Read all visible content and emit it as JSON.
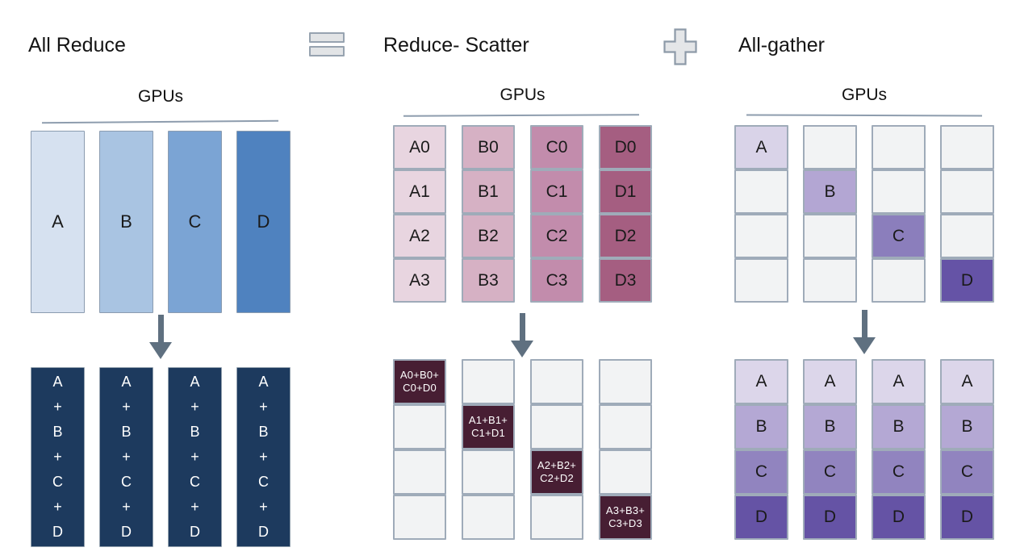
{
  "header": {
    "left_title": "All Reduce",
    "middle_title": "Reduce- Scatter",
    "right_title": "All-gather",
    "equals_icon": "equals",
    "plus_icon": "plus"
  },
  "colors": {
    "arrow": "#5f7080",
    "underline": "#8e9dae",
    "navy": "#1d3a5e",
    "empty_cell": "#f2f3f4",
    "maroon_result": "#471e33",
    "operator_fill": "#e4e6e8",
    "operator_border": "#8d9aa8"
  },
  "all_reduce": {
    "gpus_label": "GPUs",
    "input_columns": [
      {
        "label": "A",
        "color": "#d6e1f0"
      },
      {
        "label": "B",
        "color": "#a9c4e2"
      },
      {
        "label": "C",
        "color": "#7ba4d4"
      },
      {
        "label": "D",
        "color": "#4f82bf"
      }
    ],
    "output_column_count": 4,
    "output_label": "A\n+\nB\n+\nC\n+\nD",
    "output_color": "#1d3a5e"
  },
  "reduce_scatter": {
    "gpus_label": "GPUs",
    "top_grid": {
      "columns": [
        {
          "color": "#e8d5e0",
          "cells": [
            "A0",
            "A1",
            "A2",
            "A3"
          ]
        },
        {
          "color": "#d6b1c4",
          "cells": [
            "B0",
            "B1",
            "B2",
            "B3"
          ]
        },
        {
          "color": "#c28cac",
          "cells": [
            "C0",
            "C1",
            "C2",
            "C3"
          ]
        },
        {
          "color": "#a55e81",
          "cells": [
            "D0",
            "D1",
            "D2",
            "D3"
          ]
        }
      ]
    },
    "bottom_grid": {
      "rows": 4,
      "empty_color": "#f2f3f4",
      "result_color": "#471e33",
      "columns": [
        {
          "result_row": 0,
          "result_label": "A0+B0+\nC0+D0"
        },
        {
          "result_row": 1,
          "result_label": "A1+B1+\nC1+D1"
        },
        {
          "result_row": 2,
          "result_label": "A2+B2+\nC2+D2"
        },
        {
          "result_row": 3,
          "result_label": "A3+B3+\nC3+D3"
        }
      ]
    }
  },
  "all_gather": {
    "gpus_label": "GPUs",
    "top_grid": {
      "rows": 4,
      "empty_color": "#f2f3f4",
      "columns": [
        {
          "filled_row": 0,
          "label": "A",
          "color": "#d9d3e8"
        },
        {
          "filled_row": 1,
          "label": "B",
          "color": "#b3a6d3"
        },
        {
          "filled_row": 2,
          "label": "C",
          "color": "#8b7ebc"
        },
        {
          "filled_row": 3,
          "label": "D",
          "color": "#6553a6"
        }
      ]
    },
    "bottom_grid": {
      "column_count": 4,
      "rows": [
        {
          "label": "A",
          "color": "#dcd6ea"
        },
        {
          "label": "B",
          "color": "#b4a8d4"
        },
        {
          "label": "C",
          "color": "#9184bf"
        },
        {
          "label": "D",
          "color": "#6553a5"
        }
      ]
    }
  }
}
